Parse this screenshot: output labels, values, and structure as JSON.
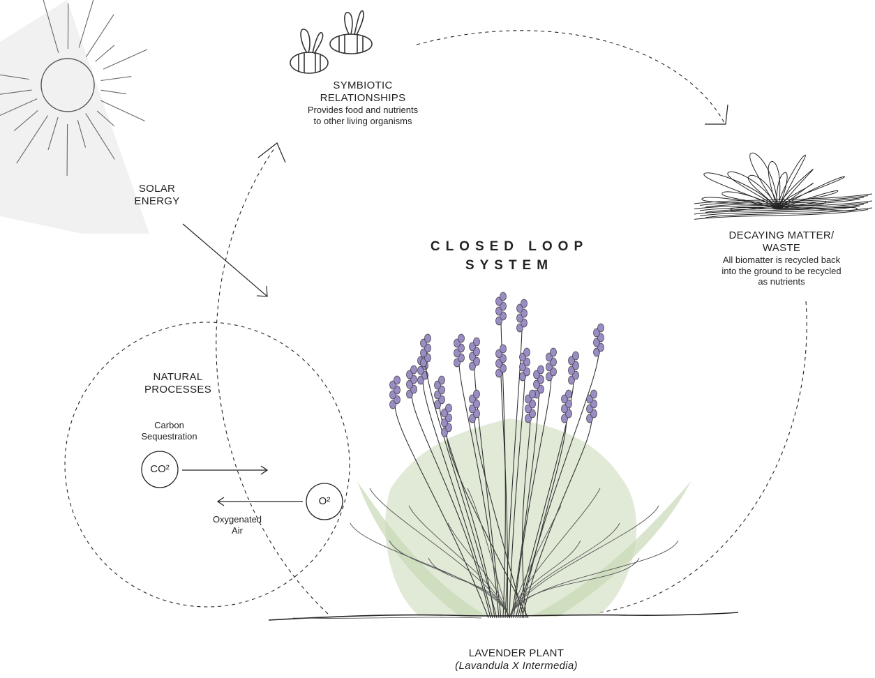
{
  "title": {
    "line1": "CLOSED LOOP",
    "line2": "SYSTEM"
  },
  "solar": {
    "line1": "SOLAR",
    "line2": "ENERGY"
  },
  "symbiotic": {
    "line1": "SYMBIOTIC",
    "line2": "RELATIONSHIPS",
    "desc1": "Provides food and nutrients",
    "desc2": "to other living organisms"
  },
  "decaying": {
    "line1": "DECAYING MATTER/",
    "line2": "WASTE",
    "desc1": "All biomatter is recycled back",
    "desc2": "into the ground to be recycled",
    "desc3": "as nutrients"
  },
  "natural": {
    "line1": "NATURAL",
    "line2": "PROCESSES",
    "carbon1": "Carbon",
    "carbon2": "Sequestration",
    "co2": "CO²",
    "o2": "O²",
    "oxy1": "Oxygenated",
    "oxy2": "Air"
  },
  "plant": {
    "name": "LAVENDER PLANT",
    "latin": "(Lavandula X Intermedia)"
  },
  "colors": {
    "stroke": "#1a1a1a",
    "lavender": "#9a8cc4",
    "leaf_wash": "#c9d8b6",
    "sun_panel": "#f1f1f1"
  },
  "icons": [
    "sun-icon",
    "bee-icon",
    "decaying-plant-icon",
    "lavender-plant-icon"
  ]
}
